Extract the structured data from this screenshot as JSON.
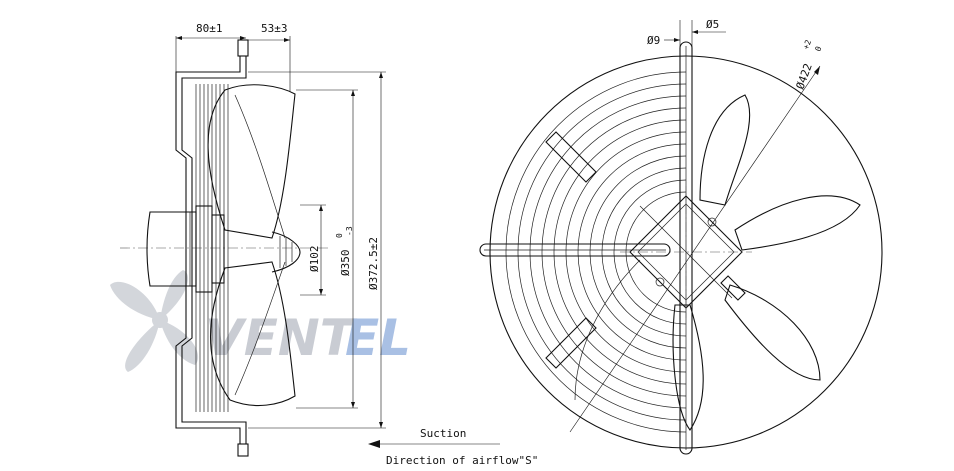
{
  "watermark": {
    "text_a": "VENT",
    "text_b": "EL",
    "color_a": "#c9ccd3",
    "color_b": "#a9c0e4"
  },
  "side_view": {
    "dim_width": "80±1",
    "dim_offset": "53±3",
    "dim_hub": "Ø102",
    "dim_blade": "Ø350",
    "dim_blade_tol_upper": "0",
    "dim_blade_tol_lower": "-3",
    "dim_guard": "Ø372.5±2"
  },
  "front_view": {
    "dim_hole": "Ø9",
    "dim_wire": "Ø5",
    "dim_mount": "Ø422",
    "dim_mount_tol_upper": "+2",
    "dim_mount_tol_lower": "0"
  },
  "airflow": {
    "suction_label": "Suction",
    "direction_label": "Direction of airflow\"S\""
  }
}
